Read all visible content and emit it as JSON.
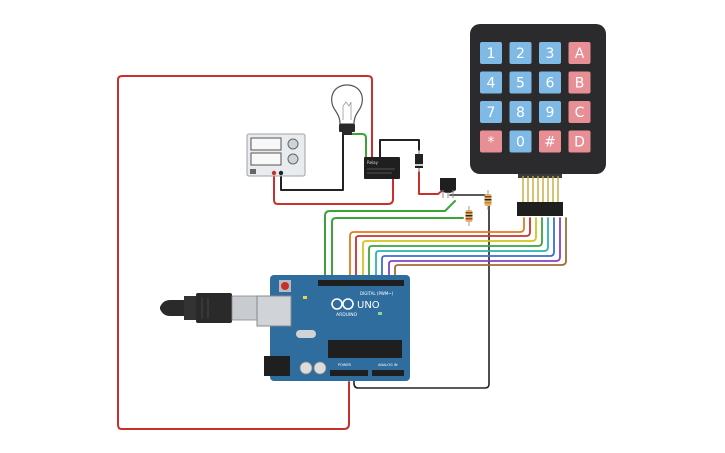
{
  "keypad": {
    "rows": [
      [
        "1",
        "2",
        "3",
        "A"
      ],
      [
        "4",
        "5",
        "6",
        "B"
      ],
      [
        "7",
        "8",
        "9",
        "C"
      ],
      [
        "*",
        "0",
        "#",
        "D"
      ]
    ],
    "colors": {
      "number": "#7fb9e6",
      "letter": "#e88f95",
      "body": "#2b2b2e"
    }
  },
  "arduino": {
    "logo": "ARDUINO",
    "model": "UNO",
    "digital_label": "DIGITAL (PWM~)",
    "power_label": "POWER",
    "analog_label": "ANALOG IN",
    "board_color": "#2f6d9e"
  },
  "relay": {
    "label_line1": "Relay",
    "label_line2": "",
    "label_line3": ""
  },
  "colors": {
    "red_wire": "#c9302c",
    "black_wire": "#222222",
    "green_wire": "#3aa43a",
    "orange_wire": "#e07b1c",
    "yellow_wire": "#d6c21a",
    "blue_wire": "#3a6fd0",
    "purple_wire": "#8a3fc4",
    "cyan_wire": "#2bb3b3"
  },
  "icons": {
    "bulb": "lightbulb-icon",
    "supply": "power-supply-icon",
    "usb": "usb-cable-icon"
  }
}
